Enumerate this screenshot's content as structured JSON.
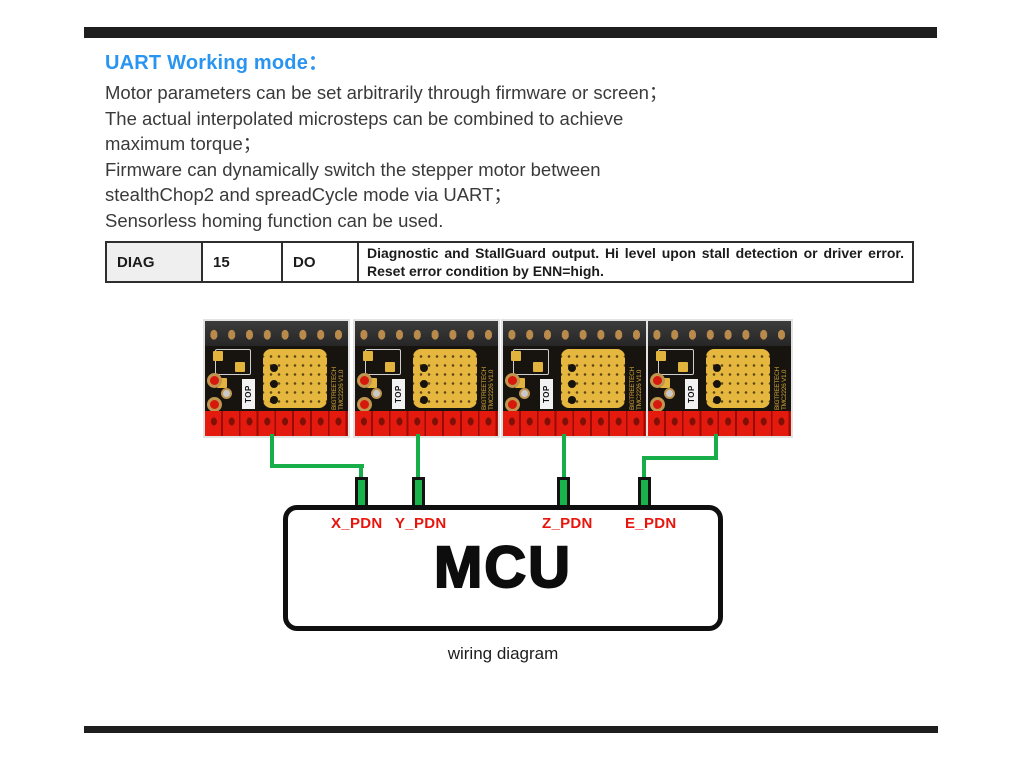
{
  "page": {
    "title": "UART Working mode：",
    "body_lines": [
      "Motor parameters can be set arbitrarily through firmware or screen；",
      "The actual interpolated microsteps can be combined to achieve",
      "maximum torque；",
      "Firmware can dynamically switch the stepper motor between",
      "stealthChop2 and spreadCycle mode via UART；",
      "Sensorless homing function can be used."
    ],
    "caption": "wiring diagram"
  },
  "table": {
    "row": {
      "pin_name": "DIAG",
      "pin_number": "15",
      "pin_type": "DO",
      "description": "Diagnostic and StallGuard output. Hi level upon stall detection or driver error. Reset error condition by ENN=high."
    }
  },
  "diagram": {
    "module_part_text": "BIGTREETECH TMC2226 V1.0",
    "module_top_label": "TOP",
    "mcu_label": "MCU",
    "pin_labels": [
      "X_PDN",
      "Y_PDN",
      "Z_PDN",
      "E_PDN"
    ]
  },
  "colors": {
    "title_blue": "#2a95f0",
    "wire_green": "#17ad49",
    "label_red": "#e8150d",
    "pcb_gold": "#e5b73f",
    "pcb_red": "#e51a0e"
  }
}
